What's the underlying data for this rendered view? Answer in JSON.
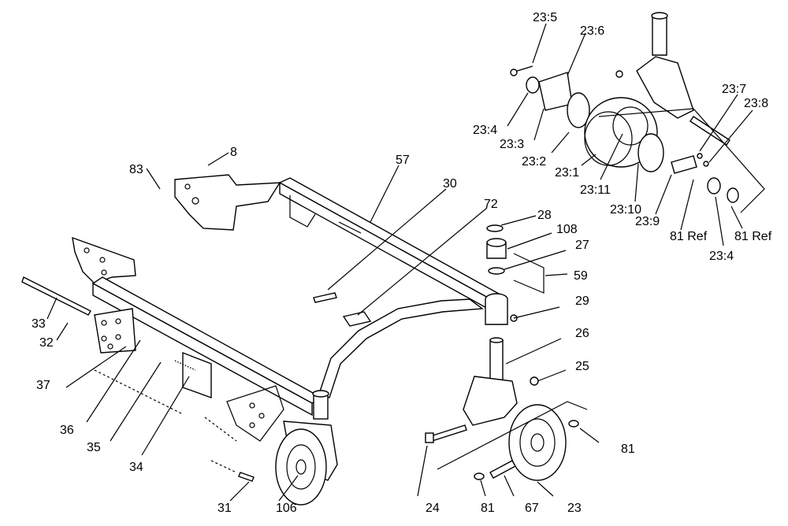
{
  "labels": {
    "l23_5": "23:5",
    "l23_6": "23:6",
    "l23_7": "23:7",
    "l23_8": "23:8",
    "l23_4a": "23:4",
    "l23_3": "23:3",
    "l23_2": "23:2",
    "l23_1": "23:1",
    "l23_11": "23:11",
    "l23_10": "23:10",
    "l23_9": "23:9",
    "l81ref_a": "81 Ref",
    "l81ref_b": "81 Ref",
    "l23_4b": "23:4",
    "l8": "8",
    "l83": "83",
    "l57": "57",
    "l30": "30",
    "l72": "72",
    "l28": "28",
    "l108": "108",
    "l27": "27",
    "l59": "59",
    "l29": "29",
    "l26": "26",
    "l25": "25",
    "l81a": "81",
    "l81b": "81",
    "l24": "24",
    "l67": "67",
    "l23": "23",
    "l33": "33",
    "l32": "32",
    "l37": "37",
    "l36": "36",
    "l35": "35",
    "l34": "34",
    "l31": "31",
    "l106": "106"
  }
}
